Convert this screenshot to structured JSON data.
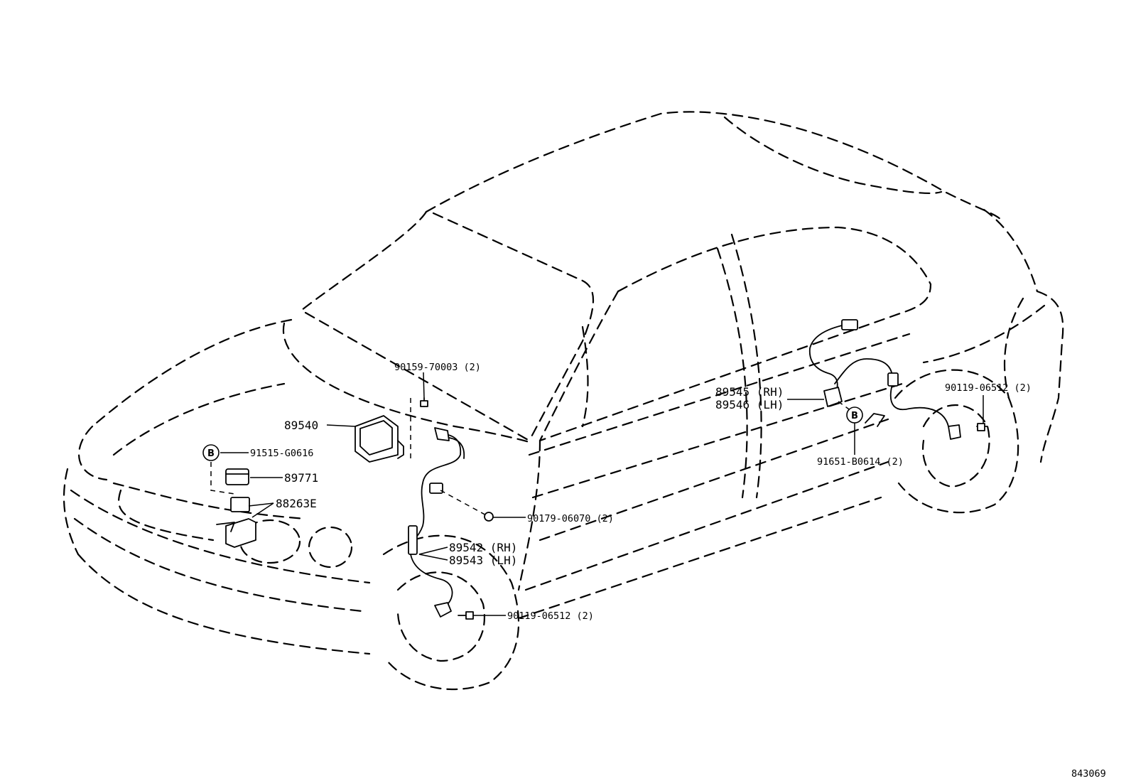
{
  "diagram_id": "843069",
  "callouts": {
    "c_90159": "90159-70003 (2)",
    "c_89540": "89540",
    "c_91515": "91515-G0616",
    "c_89771": "89771",
    "c_88263": "88263E",
    "c_90179": "90179-06070 (2)",
    "c_89542": "89542 (RH)",
    "c_89543": "89543 (LH)",
    "c_90119_front": "90119-06512 (2)",
    "c_89545": "89545 (RH)",
    "c_89546": "89546 (LH)",
    "c_90119_rear": "90119-06512 (2)",
    "c_91651": "91651-B0614 (2)"
  },
  "symbols": {
    "b_left": "B",
    "b_right": "B"
  }
}
